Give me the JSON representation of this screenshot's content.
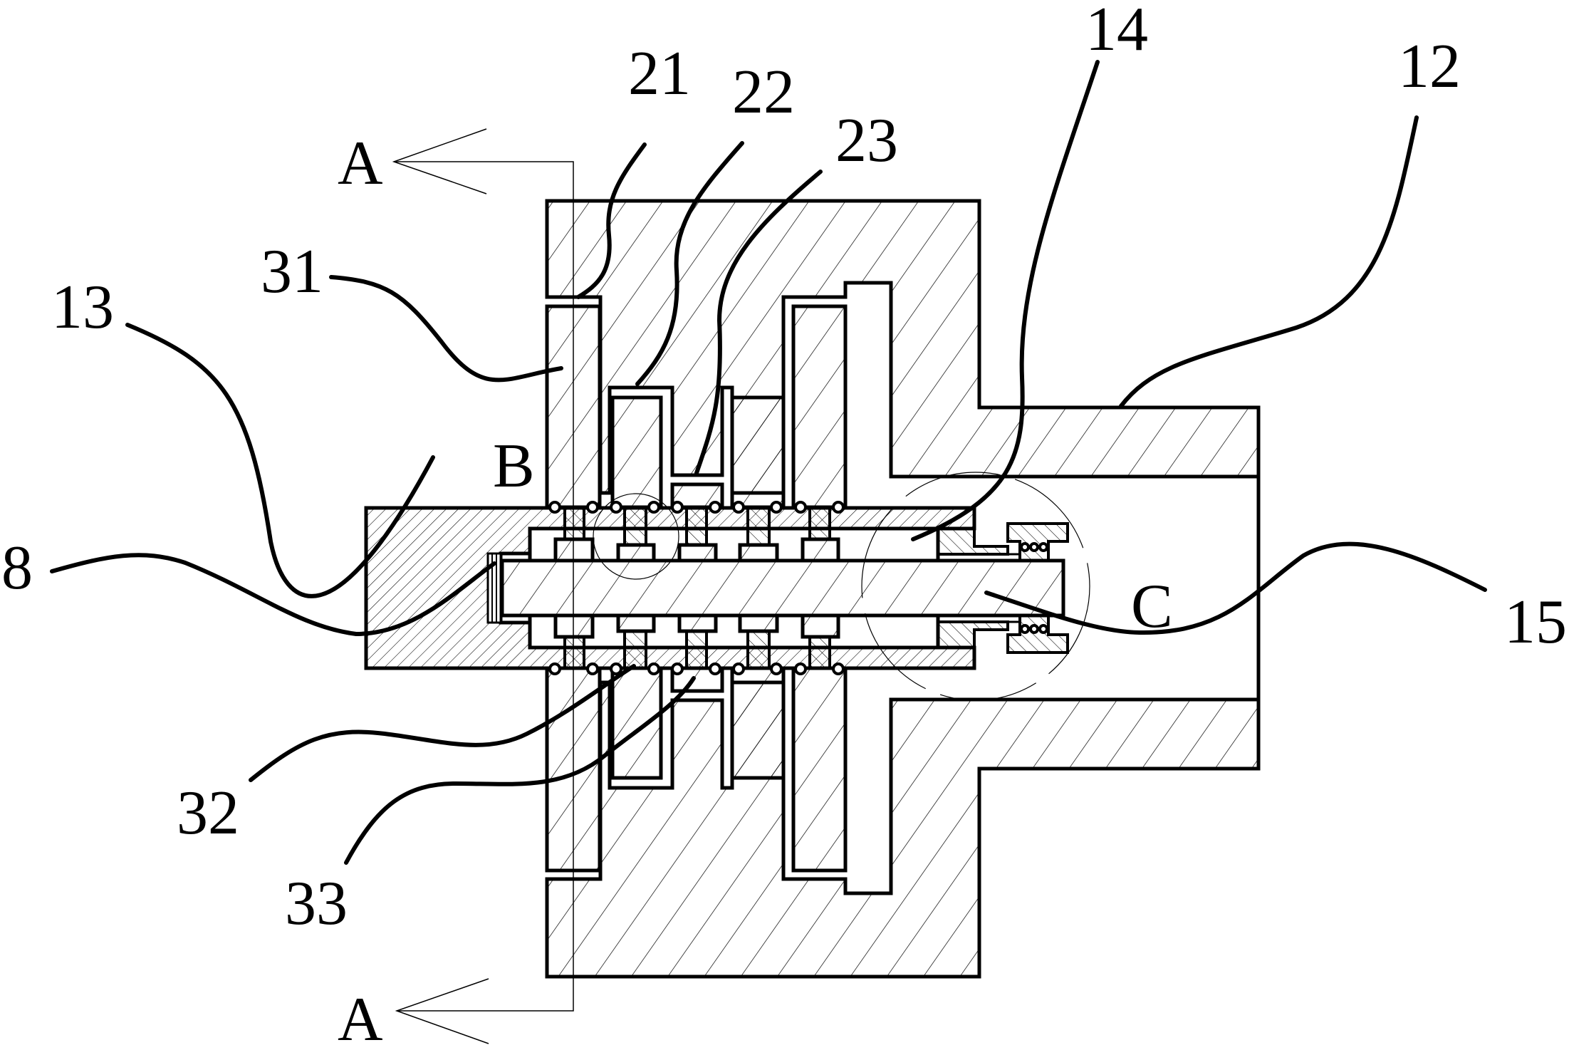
{
  "figure": {
    "type": "mechanical cross-section drawing",
    "section_markers": [
      {
        "id": "section-A-top",
        "label": "A"
      },
      {
        "id": "section-A-bottom",
        "label": "A"
      }
    ],
    "detail_markers": [
      {
        "id": "detail-B",
        "label": "B"
      },
      {
        "id": "detail-C",
        "label": "C"
      }
    ],
    "reference_numerals": [
      {
        "id": "ref-21",
        "label": "21"
      },
      {
        "id": "ref-22",
        "label": "22"
      },
      {
        "id": "ref-23",
        "label": "23"
      },
      {
        "id": "ref-14",
        "label": "14"
      },
      {
        "id": "ref-12",
        "label": "12"
      },
      {
        "id": "ref-31",
        "label": "31"
      },
      {
        "id": "ref-13",
        "label": "13"
      },
      {
        "id": "ref-8",
        "label": "8"
      },
      {
        "id": "ref-15",
        "label": "15"
      },
      {
        "id": "ref-32",
        "label": "32"
      },
      {
        "id": "ref-33",
        "label": "33"
      }
    ],
    "colors": {
      "line": "#000000",
      "background": "#ffffff"
    }
  }
}
